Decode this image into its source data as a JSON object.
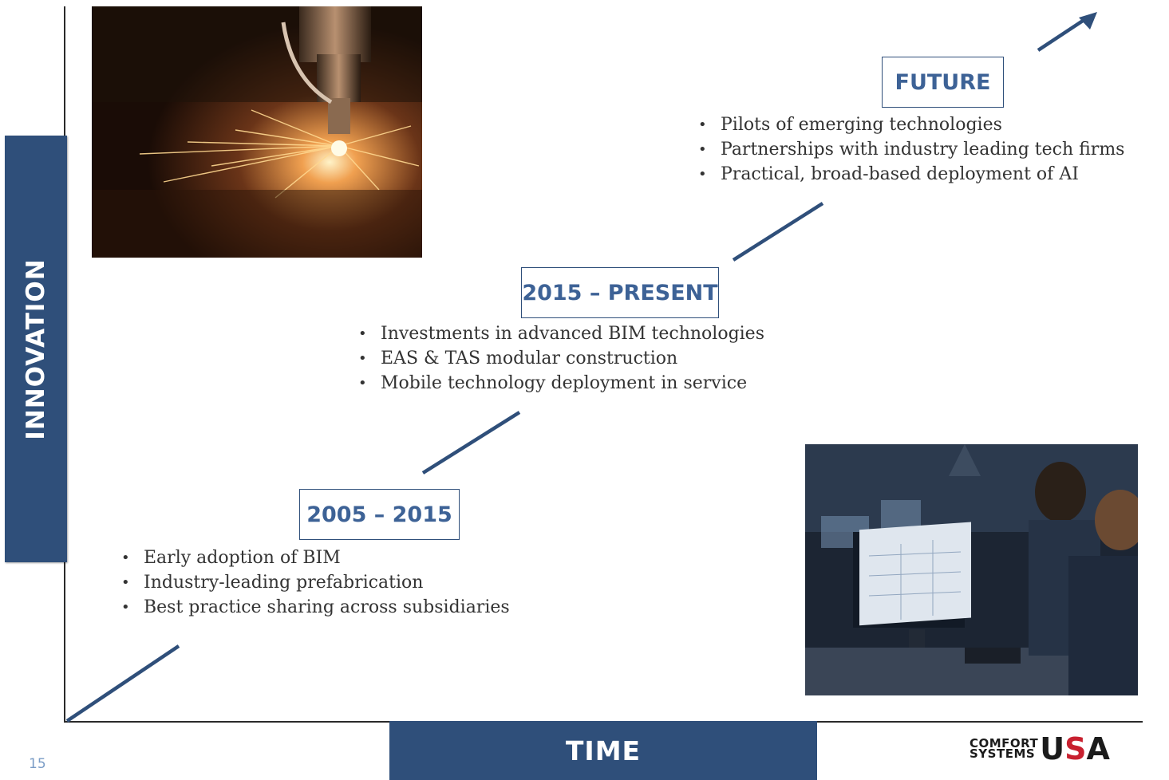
{
  "axes": {
    "y_label": "INNOVATION",
    "x_label": "TIME"
  },
  "stages": [
    {
      "label": "2005 – 2015",
      "bullets": [
        "Early adoption of BIM",
        "Industry-leading prefabrication",
        "Best practice sharing across subsidiaries"
      ]
    },
    {
      "label": "2015 – PRESENT",
      "bullets": [
        "Investments in advanced BIM technologies",
        "EAS & TAS modular construction",
        "Mobile technology deployment in service"
      ]
    },
    {
      "label": "FUTURE",
      "bullets": [
        "Pilots of emerging technologies",
        "Partnerships with industry leading tech firms",
        "Practical, broad-based deployment of AI"
      ]
    }
  ],
  "logo": {
    "line1": "COMFORT",
    "line2": "SYSTEMS",
    "usa_u": "U",
    "usa_s": "S",
    "usa_a": "A"
  },
  "page_number": "15",
  "colors": {
    "navy": "#2f4f7a",
    "label_text": "#3d6296",
    "logo_red": "#c8202f"
  }
}
